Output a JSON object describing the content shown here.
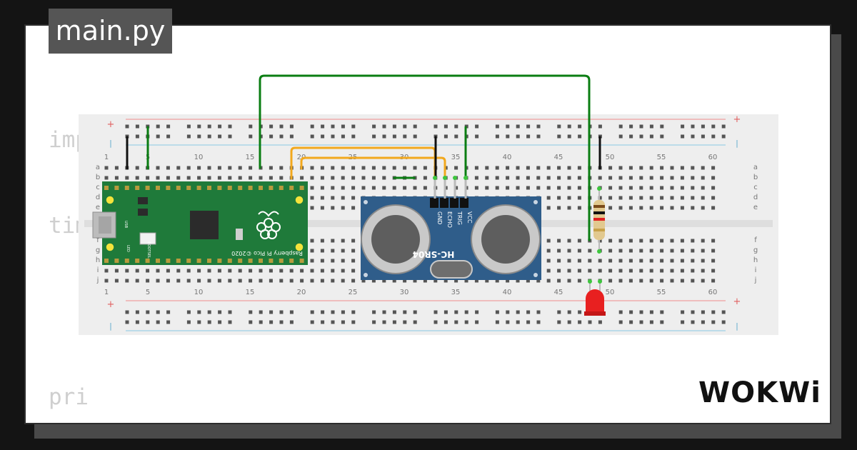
{
  "editor": {
    "tab_label": "main.py",
    "code_lines": [
      "import time",
      "tim",
      "",
      "pri"
    ]
  },
  "breadboard": {
    "row_letters_top": [
      "a",
      "b",
      "c",
      "d",
      "e"
    ],
    "row_letters_bottom": [
      "f",
      "g",
      "h",
      "i",
      "j"
    ],
    "column_numbers": [
      "1",
      "5",
      "10",
      "15",
      "20",
      "25",
      "30",
      "35",
      "40",
      "45",
      "50",
      "55",
      "60"
    ],
    "rail_plus": "+",
    "rail_minus": "|"
  },
  "pico": {
    "label": "Raspberry Pi Pico ©2020",
    "bootsel": "BOOTSEL",
    "led": "LED",
    "usb": "USB"
  },
  "sensor": {
    "model": "HC-SR04",
    "pins": [
      "VCC",
      "TRIG",
      "ECHO",
      "GND"
    ]
  },
  "brand": {
    "logo_text": "WOKWi"
  },
  "colors": {
    "background": "#141414",
    "card": "#ffffff",
    "tab": "#555555",
    "breadboard": "#eeeeee",
    "pico_green": "#1f7a3a",
    "sensor_blue": "#2f5d8a",
    "wire_green": "#0a7d12",
    "wire_orange": "#f2a81d",
    "wire_black": "#111111",
    "rail_red": "#f0a0a0",
    "rail_blue": "#9fd0e6",
    "led_red": "#e82020"
  }
}
